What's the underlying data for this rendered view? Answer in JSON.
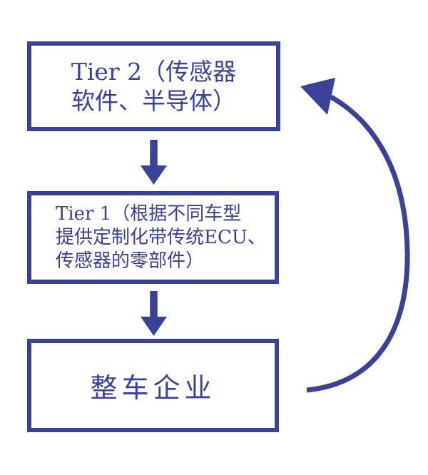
{
  "colors": {
    "accent": "#3a4296",
    "background": "#ffffff"
  },
  "nodes": {
    "tier2": {
      "id": "tier2",
      "lines": [
        "Tier 2（传感器",
        "软件、半导体）"
      ],
      "full_label": "Tier 2（传感器软件、半导体）"
    },
    "tier1": {
      "id": "tier1",
      "lines": [
        "Tier 1（根据不同车型",
        "提供定制化带传统ECU、",
        "传感器的零部件）"
      ],
      "full_label": "Tier 1（根据不同车型提供定制化带传统ECU、传感器的零部件）"
    },
    "oem": {
      "id": "oem",
      "label": "整车企业"
    }
  },
  "edges": [
    {
      "from": "tier2",
      "to": "tier1",
      "type": "down-arrow"
    },
    {
      "from": "tier1",
      "to": "oem",
      "type": "down-arrow"
    },
    {
      "from": "oem",
      "to": "tier2",
      "type": "curved-return-arrow"
    }
  ]
}
